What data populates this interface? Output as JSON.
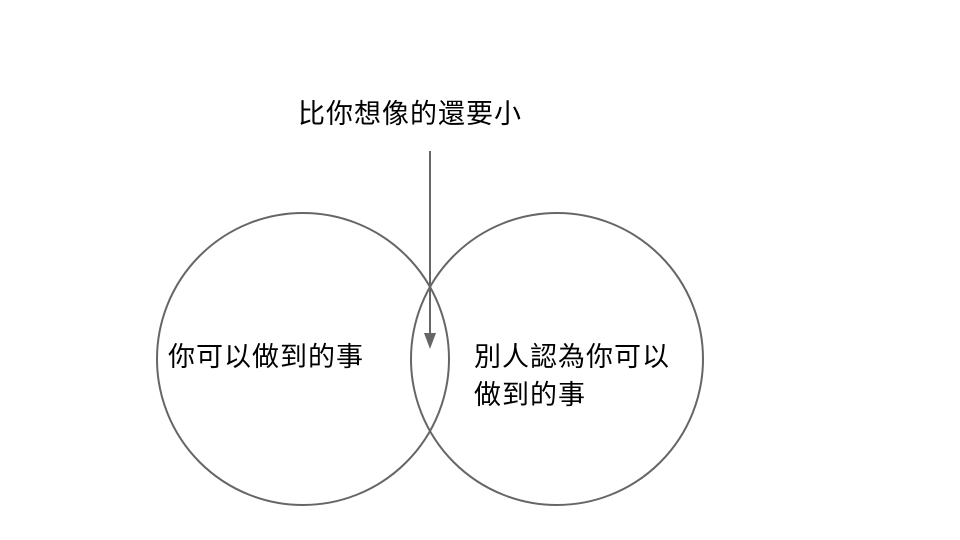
{
  "callout": {
    "text": "比你想像的還要小"
  },
  "left_circle": {
    "label": "你可以做到的事"
  },
  "right_circle": {
    "line1": "別人認為你可以",
    "line2": "做到的事"
  },
  "colors": {
    "stroke": "#666666",
    "arrow": "#666666",
    "text": "#000000",
    "background": "#ffffff"
  }
}
